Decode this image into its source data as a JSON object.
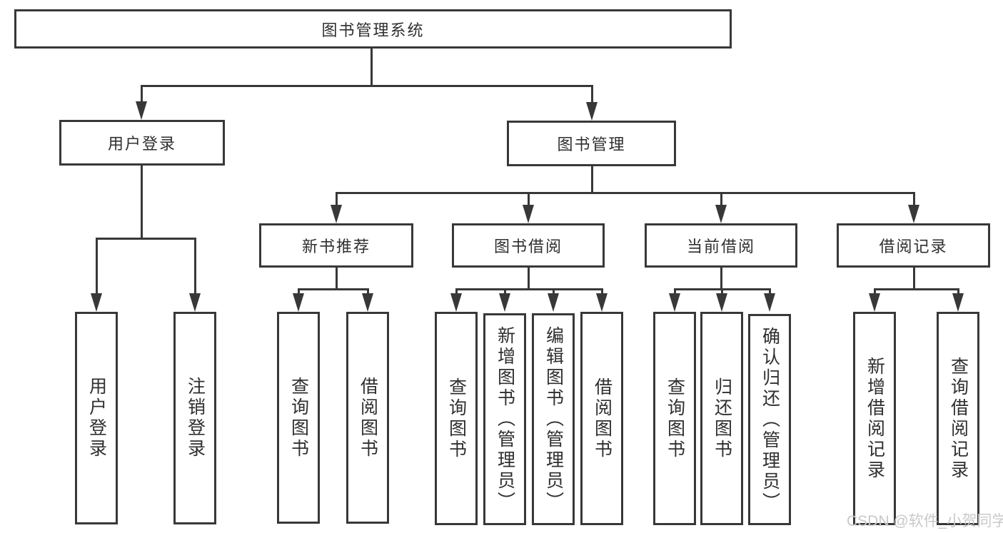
{
  "tree": {
    "label": "图书管理系统",
    "children": [
      {
        "label": "用户登录",
        "children": [
          {
            "label": "用户登录"
          },
          {
            "label": "注销登录"
          }
        ]
      },
      {
        "label": "图书管理",
        "children": [
          {
            "label": "新书推荐",
            "children": [
              {
                "label": "查询图书"
              },
              {
                "label": "借阅图书"
              }
            ]
          },
          {
            "label": "图书借阅",
            "children": [
              {
                "label": "查询图书"
              },
              {
                "label": "新增图书（管理员）"
              },
              {
                "label": "编辑图书（管理员）"
              },
              {
                "label": "借阅图书"
              }
            ]
          },
          {
            "label": "当前借阅",
            "children": [
              {
                "label": "查询图书"
              },
              {
                "label": "归还图书"
              },
              {
                "label": "确认归还（管理员）"
              }
            ]
          },
          {
            "label": "借阅记录",
            "children": [
              {
                "label": "新增借阅记录"
              },
              {
                "label": "查询借阅记录"
              }
            ]
          }
        ]
      }
    ]
  },
  "watermark": {
    "text": "CSDN @软件_小贺同学"
  },
  "colors": {
    "line": "#383838",
    "border": "#383838",
    "text": "#2f2f2f",
    "watermark": "#c9c9c9",
    "background": "#ffffff"
  }
}
